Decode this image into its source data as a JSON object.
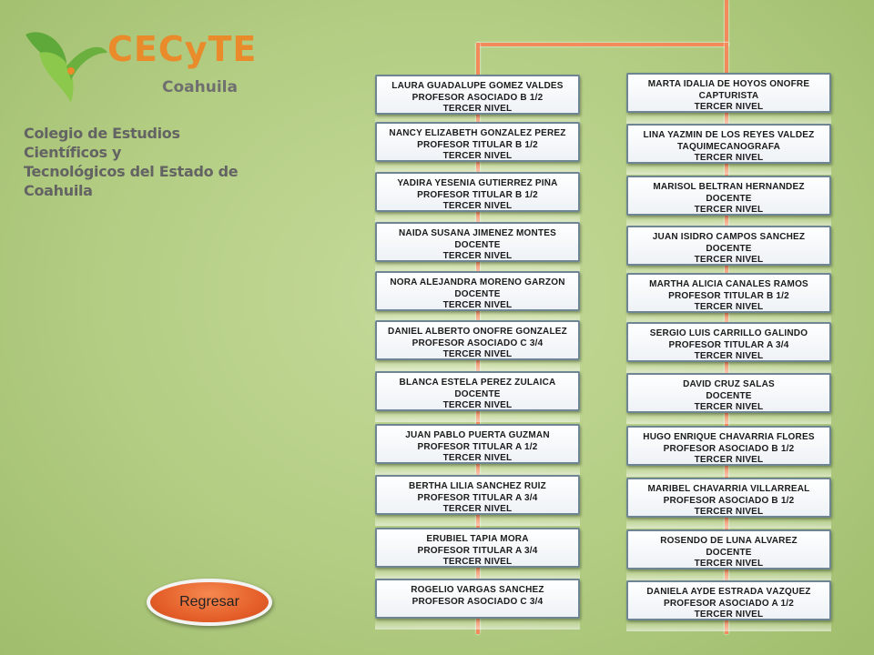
{
  "logo": {
    "brand": "CECyTE",
    "brand_sub": "Coahuila",
    "institution_line1": "Colegio de Estudios Científicos y",
    "institution_line2": "Tecnológicos del Estado de Coahuila"
  },
  "left_column": [
    {
      "name": "LAURA GUADALUPE GÓMEZ VALDÉS",
      "title": "PROFESOR ASOCIADO B 1/2",
      "level": "TERCER NIVEL"
    },
    {
      "name": "NANCY ELIZABETH GONZÁLEZ PÉREZ",
      "title": "PROFESOR TITULAR B 1/2",
      "level": "TERCER NIVEL"
    },
    {
      "name": "YADIRA YESENIA GUTIERREZ PIÑA",
      "title": "PROFESOR TITULAR B 1/2",
      "level": "TERCER NIVEL"
    },
    {
      "name": "NAIDA SUSANA JIMÉNEZ MONTES",
      "title": "DOCENTE",
      "level": "TERCER NIVEL"
    },
    {
      "name": "NORA ALEJANDRA MORENO GARZON",
      "title": "DOCENTE",
      "level": "TERCER NIVEL"
    },
    {
      "name": "DANIEL ALBERTO ONOFRE GONZÁLEZ",
      "title": "PROFESOR ASOCIADO C 3/4",
      "level": "TERCER NIVEL"
    },
    {
      "name": "BLANCA ESTELA PÉREZ ZULAICA",
      "title": "DOCENTE",
      "level": "TERCER NIVEL"
    },
    {
      "name": "JUAN PABLO PUERTA GUZMÁN",
      "title": "PROFESOR TITULAR A 1/2",
      "level": "TERCER NIVEL"
    },
    {
      "name": "BERTHA LILIA SÁNCHEZ RUÍZ",
      "title": "PROFESOR TITULAR A 3/4",
      "level": "TERCER NIVEL"
    },
    {
      "name": "ERUBIEL TAPIA MORA",
      "title": "PROFESOR TITULAR A 3/4",
      "level": "TERCER NIVEL"
    },
    {
      "name": "ROGELIO VARGAS SÁNCHEZ",
      "title": "PROFESOR ASOCIADO C 3/4",
      "level": ""
    }
  ],
  "right_column": [
    {
      "name": "MARTA IDALIA DE HOYOS ONOFRE",
      "title": "CAPTURISTA",
      "level": "TERCER NIVEL"
    },
    {
      "name": "LINA YAZMIN DE LOS REYES VALDEZ",
      "title": "TAQUIMECANOGRAFA",
      "level": "TERCER NIVEL"
    },
    {
      "name": "MARISOL BELTRAN HERNÁNDEZ",
      "title": "DOCENTE",
      "level": "TERCER NIVEL"
    },
    {
      "name": "JUAN ISIDRO CAMPOS SÁNCHEZ",
      "title": "DOCENTE",
      "level": "TERCER NIVEL"
    },
    {
      "name": "MARTHA ALICIA CANALES RAMOS",
      "title": "PROFESOR TITULAR B 1/2",
      "level": "TERCER NIVEL"
    },
    {
      "name": "SERGIO LUIS CARRILLO GALINDO",
      "title": "PROFESOR TITULAR A 3/4",
      "level": "TERCER NIVEL"
    },
    {
      "name": "DAVID CRUZ SALAS",
      "title": "DOCENTE",
      "level": "TERCER NIVEL"
    },
    {
      "name": "HUGO ENRIQUE CHAVARRÍA FLORES",
      "title": "PROFESOR ASOCIADO B 1/2",
      "level": "TERCER NIVEL"
    },
    {
      "name": "MARIBEL CHAVARRÍA VILLARREAL",
      "title": "PROFESOR ASOCIADO B  1/2",
      "level": "TERCER NIVEL"
    },
    {
      "name": "ROSENDO DE LUNA ÁLVAREZ",
      "title": "DOCENTE",
      "level": "TERCER NIVEL"
    },
    {
      "name": "DANIELA AYDE ESTRADA VÁZQUEZ",
      "title": "PROFESOR ASOCIADO A 1/2",
      "level": "TERCER NIVEL"
    }
  ],
  "regresar_label": "Regresar",
  "colors": {
    "connector": "#f28a5b",
    "button": "#e5602a",
    "card_border": "#6e8594"
  }
}
